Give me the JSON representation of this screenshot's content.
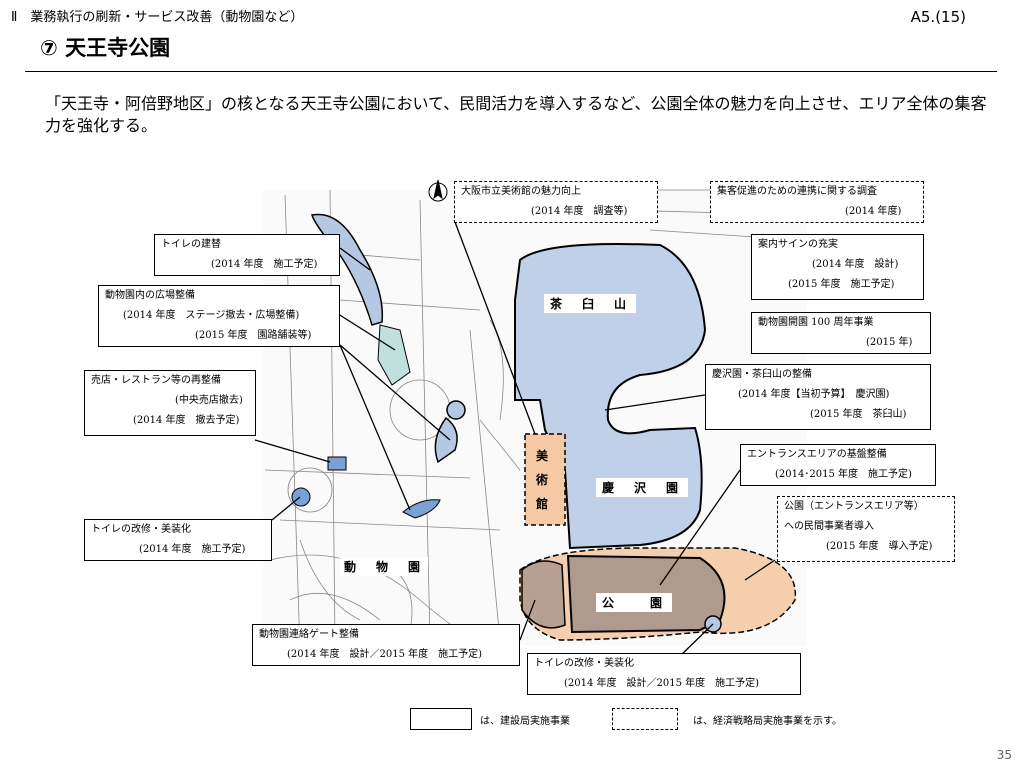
{
  "header": {
    "section": "Ⅱ　業務執行の刷新・サービス改善（動物園など）",
    "code": "A5.(15)",
    "title": "⑦ 天王寺公園"
  },
  "intro": "「天王寺・阿倍野地区」の核となる天王寺公園において、民間活力を導入するなど、公園全体の魅力を向上させ、エリア全体の集客力を強化する。",
  "map": {
    "area_labels": {
      "chausuyama": "茶　臼　山",
      "museum": "美術館",
      "keitakuen": "慶　沢　園",
      "zoo": "動　物　園",
      "park": "公　　園"
    },
    "callouts": [
      {
        "id": "toilet-rebuild",
        "style": "solid",
        "lines": [
          "トイレの建替",
          "(2014 年度　施工予定)"
        ]
      },
      {
        "id": "zoo-plaza",
        "style": "solid",
        "lines": [
          "動物園内の広場整備",
          "(2014 年度　ステージ撤去・広場整備)",
          "(2015 年度　園路舗装等)"
        ]
      },
      {
        "id": "shop-restaurant",
        "style": "solid",
        "lines": [
          "売店・レストラン等の再整備",
          "(中央売店撤去)",
          "(2014 年度　撤去予定)"
        ]
      },
      {
        "id": "toilet-renovate-left",
        "style": "solid",
        "lines": [
          "トイレの改修・美装化",
          "(2014 年度　施工予定)"
        ]
      },
      {
        "id": "zoo-gate",
        "style": "solid",
        "lines": [
          "動物園連絡ゲート整備",
          "(2014 年度　設計／2015 年度　施工予定)"
        ]
      },
      {
        "id": "toilet-renovate-bottom",
        "style": "solid",
        "lines": [
          "トイレの改修・美装化",
          "(2014 年度　設計／2015 年度　施工予定)"
        ]
      },
      {
        "id": "museum-attraction",
        "style": "dashed",
        "lines": [
          "大阪市立美術館の魅力向上",
          "(2014 年度　調査等)"
        ]
      },
      {
        "id": "collab-survey",
        "style": "dashed",
        "lines": [
          "集客促進のための連携に関する調査",
          "(2014 年度)"
        ]
      },
      {
        "id": "signage",
        "style": "solid",
        "lines": [
          "案内サインの充実",
          "(2014 年度　設計)",
          "(2015 年度　施工予定)"
        ]
      },
      {
        "id": "zoo-100th",
        "style": "solid",
        "lines": [
          "動物園開園 100 周年事業",
          "(2015 年)"
        ]
      },
      {
        "id": "keitakuen-maintenance",
        "style": "solid",
        "lines": [
          "慶沢園・茶臼山の整備",
          "(2014 年度【当初予算】　慶沢園)",
          "(2015 年度　茶臼山)"
        ]
      },
      {
        "id": "entrance-base",
        "style": "solid",
        "lines": [
          "エントランスエリアの基盤整備",
          "(2014･2015 年度　施工予定)"
        ]
      },
      {
        "id": "private-operator",
        "style": "dashed",
        "lines": [
          "公園（エントランスエリア等）",
          "への民間事業者導入",
          "(2015 年度　導入予定)"
        ]
      }
    ],
    "colors": {
      "blue_area": "#b4c8e4",
      "orange_area": "#f4c9a4",
      "brown_area": "#a8938a",
      "teal_area": "#bfe0dc"
    }
  },
  "legend": {
    "solid_text": "は、建設局実施事業",
    "dashed_text": "は、経済戦略局実施事業を示す。"
  },
  "page_number": "35"
}
